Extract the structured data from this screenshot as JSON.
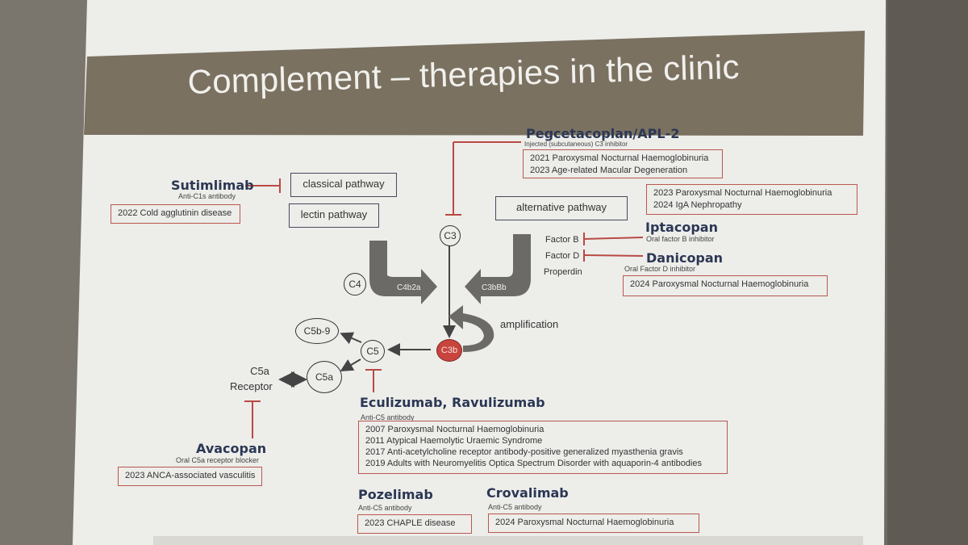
{
  "slide": {
    "title": "Complement – therapies in the clinic"
  },
  "colors": {
    "header_band": "#7a7161",
    "slide_bg": "#f2f2ef",
    "drug_name": "#2b3754",
    "inhibitor_line": "#b94a44",
    "indication_border": "#b9584f",
    "c3b_node": "#c8443d",
    "pathway_arrow": "#6b6a66"
  },
  "pathways": {
    "classical": "classical pathway",
    "lectin": "lectin pathway",
    "alternative": "alternative pathway"
  },
  "nodes": {
    "c3": "C3",
    "c4": "C4",
    "c5": "C5",
    "c5b9": "C5b-9",
    "c5a": "C5a",
    "c3b": "C3b",
    "c4b2a": "C4b2a",
    "c3bbb": "C3bBb",
    "amplification": "amplification",
    "c5a_receptor_line1": "C5a",
    "c5a_receptor_line2": "Receptor"
  },
  "factors": {
    "factor_b": "Factor B",
    "factor_d": "Factor D",
    "properdin": "Properdin"
  },
  "drugs": {
    "sutimlimab": {
      "name": "Sutimlimab",
      "mechanism": "Anti-C1s antibody",
      "indications": [
        "2022 Cold agglutinin disease"
      ]
    },
    "pegcetacoplan": {
      "name": "Pegcetacoplan/APL-2",
      "mechanism": "Injected (subcutaneous) C3 inhibitor",
      "indications": [
        "2021 Paroxysmal Nocturnal Haemoglobinuria",
        "2023 Age-related Macular Degeneration"
      ]
    },
    "iptacopan": {
      "name": "Iptacopan",
      "mechanism": "Oral factor B inhibitor",
      "indications": [
        "2023 Paroxysmal Nocturnal Haemoglobinuria",
        "2024 IgA Nephropathy"
      ]
    },
    "danicopan": {
      "name": "Danicopan",
      "mechanism": "Oral Factor D inhibitor",
      "indications": [
        "2024 Paroxysmal Nocturnal Haemoglobinuria"
      ]
    },
    "eculizumab": {
      "name": "Eculizumab, Ravulizumab",
      "mechanism": "Anti-C5 antibody",
      "indications": [
        "2007 Paroxysmal Nocturnal Haemoglobinuria",
        "2011 Atypical Haemolytic Uraemic Syndrome",
        "2017 Anti-acetylcholine receptor antibody-positive generalized myasthenia gravis",
        "2019 Adults with Neuromyelitis Optica Spectrum Disorder with aquaporin-4 antibodies"
      ]
    },
    "avacopan": {
      "name": "Avacopan",
      "mechanism": "Oral C5a receptor blocker",
      "indications": [
        "2023 ANCA-associated vasculitis"
      ]
    },
    "pozelimab": {
      "name": "Pozelimab",
      "mechanism": "Anti-C5 antibody",
      "indications": [
        "2023 CHAPLE disease"
      ]
    },
    "crovalimab": {
      "name": "Crovalimab",
      "mechanism": "Anti-C5 antibody",
      "indications": [
        "2024 Paroxysmal Nocturnal Haemoglobinuria"
      ]
    }
  }
}
